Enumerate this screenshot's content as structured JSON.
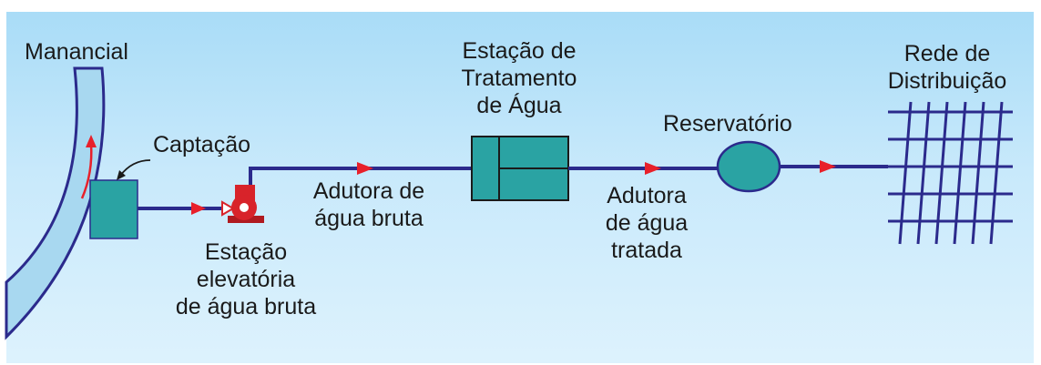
{
  "labels": {
    "manancial": "Manancial",
    "captacao": "Captação",
    "estacao_elevatoria": [
      "Estação",
      "elevatória",
      "de água bruta"
    ],
    "adutora_agua_bruta": [
      "Adutora de",
      "água bruta"
    ],
    "estacao_tratamento": [
      "Estação de",
      "Tratamento",
      "de Água"
    ],
    "adutora_agua_tratada": [
      "Adutora",
      "de água",
      "tratada"
    ],
    "reservatorio": "Reservatório",
    "rede_distribuicao": [
      "Rede de",
      "Distribuição"
    ]
  },
  "colors": {
    "background": "#bfe5fa",
    "pipe": "#2b2a8c",
    "teal": "#2aa3a3",
    "flow_arrow": "#e8202a",
    "river": "#a8d8f0",
    "pump": "#d8232a"
  }
}
